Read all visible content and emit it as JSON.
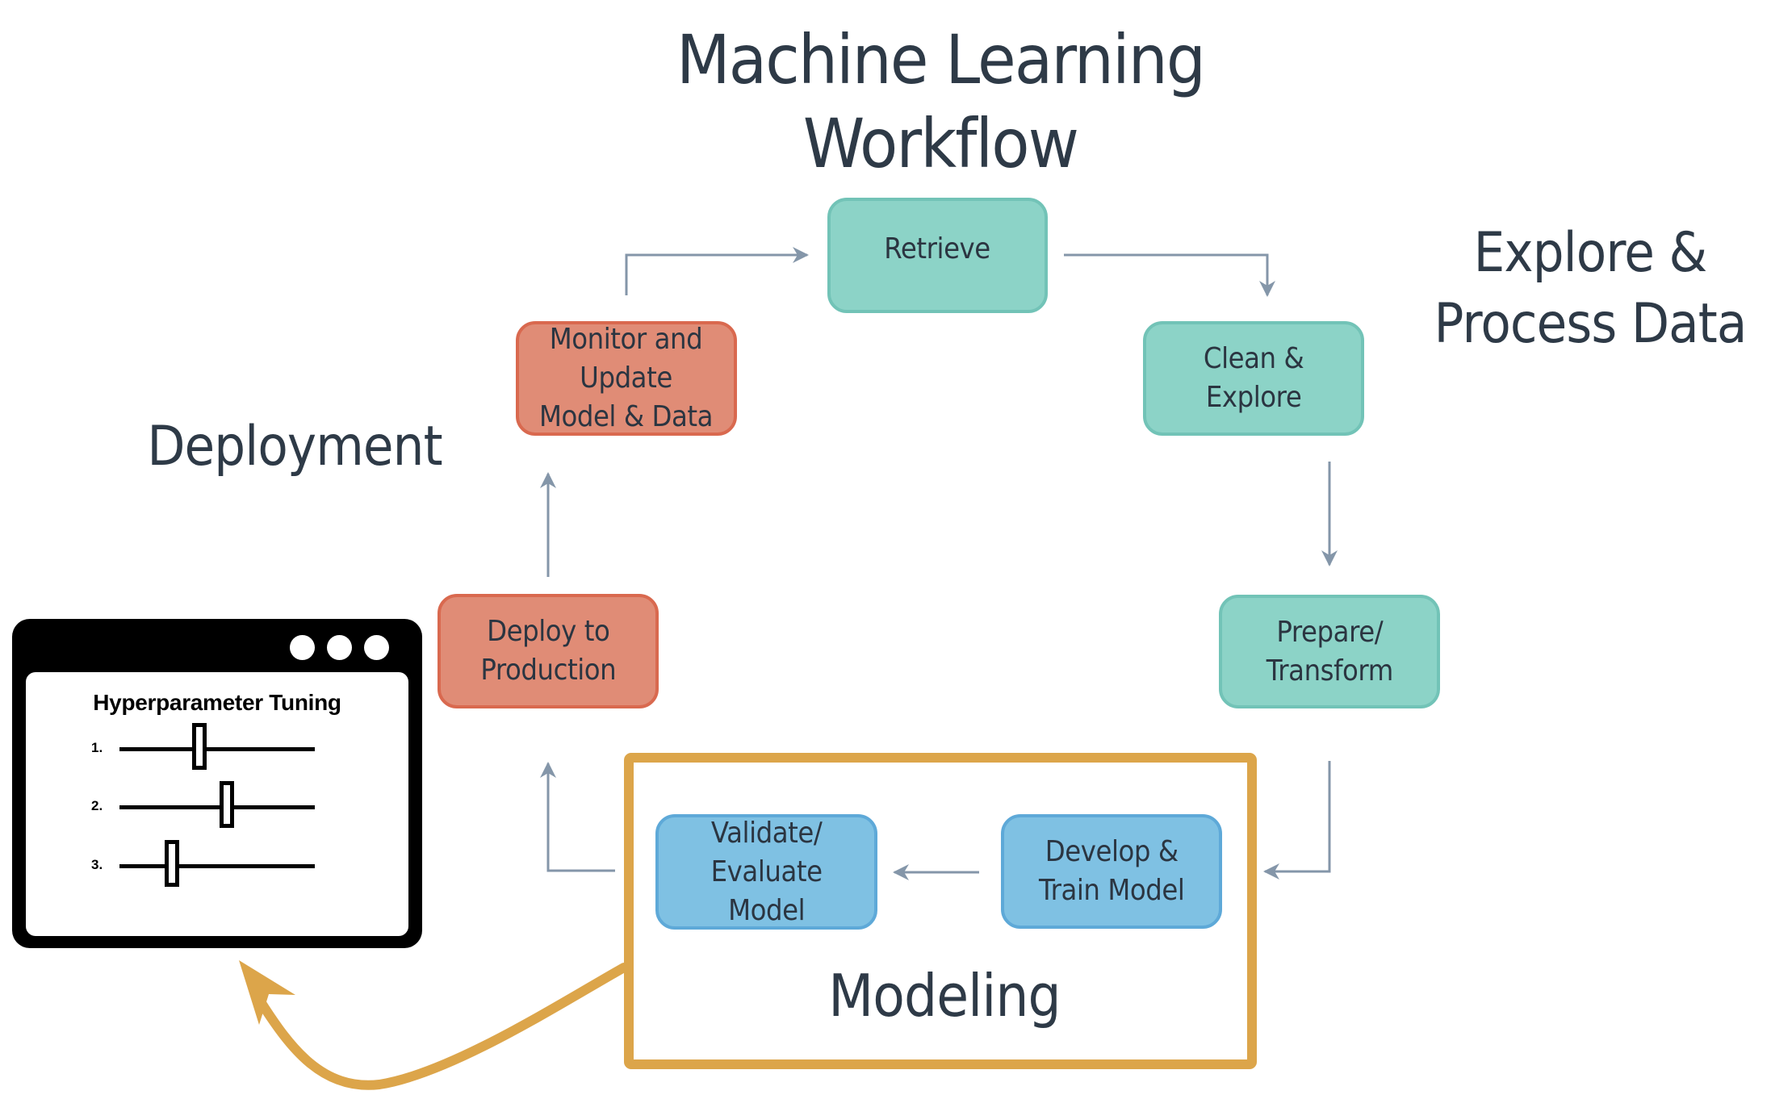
{
  "title": "Machine Learning\nWorkflow",
  "sections": {
    "explore": "Explore &\nProcess Data",
    "deployment": "Deployment",
    "modeling": "Modeling"
  },
  "nodes": {
    "retrieve": "Retrieve",
    "clean": "Clean &\nExplore",
    "prepare": "Prepare/\nTransform",
    "develop": "Develop &\nTrain Model",
    "validate": "Validate/\nEvaluate\nModel",
    "deploy": "Deploy to\nProduction",
    "monitor": "Monitor and\nUpdate\nModel & Data"
  },
  "colors": {
    "explore_stage": "#8cd3c7",
    "deployment_stage": "#e08c76",
    "modeling_stage": "#7fc1e3",
    "highlight": "#dca54a",
    "arrow": "#8496a9",
    "text": "#2e3a47"
  },
  "hyperparameter_window": {
    "title": "Hyperparameter Tuning",
    "window_controls": [
      "dot",
      "dot",
      "dot"
    ],
    "sliders": [
      {
        "label": "1.",
        "value": 0.41
      },
      {
        "label": "2.",
        "value": 0.55
      },
      {
        "label": "3.",
        "value": 0.27
      }
    ]
  }
}
